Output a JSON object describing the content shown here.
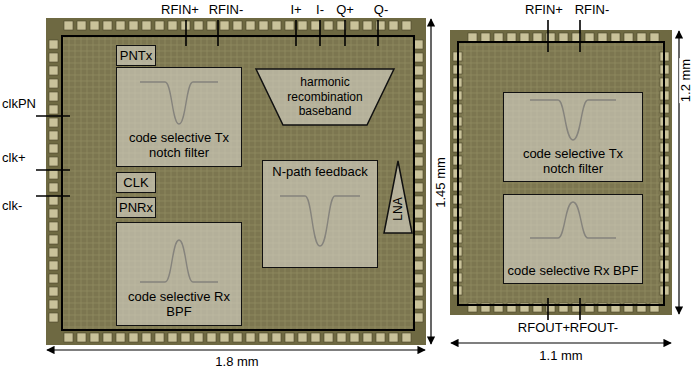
{
  "diagram": {
    "nodes": [
      {
        "text": [
          "PNTx"
        ]
      },
      {
        "text": [
          "code selective Tx notch filter"
        ]
      },
      {
        "text": [
          "harmonic recombination baseband"
        ]
      },
      {
        "text": [
          "CLK"
        ]
      },
      {
        "text": [
          "PNRx"
        ]
      },
      {
        "text": [
          "N-path feedback"
        ]
      },
      {
        "text": [
          "LNA"
        ]
      },
      {
        "text": [
          "code selective Rx BPF"
        ]
      },
      {
        "text": [
          "code selective Tx notch filter"
        ]
      },
      {
        "text": [
          "code selective Rx BPF"
        ]
      }
    ],
    "labels": [
      "RFIN+",
      "RFIN-",
      "I+",
      "I-",
      "Q+",
      "Q-",
      "clkPN",
      "clk+",
      "clk-",
      "1.45 mm",
      "1.8 mm",
      "RFIN+",
      "RFIN-",
      "1.2 mm",
      "RFOUT+",
      "RFOUT-",
      "1.1 mm"
    ]
  }
}
